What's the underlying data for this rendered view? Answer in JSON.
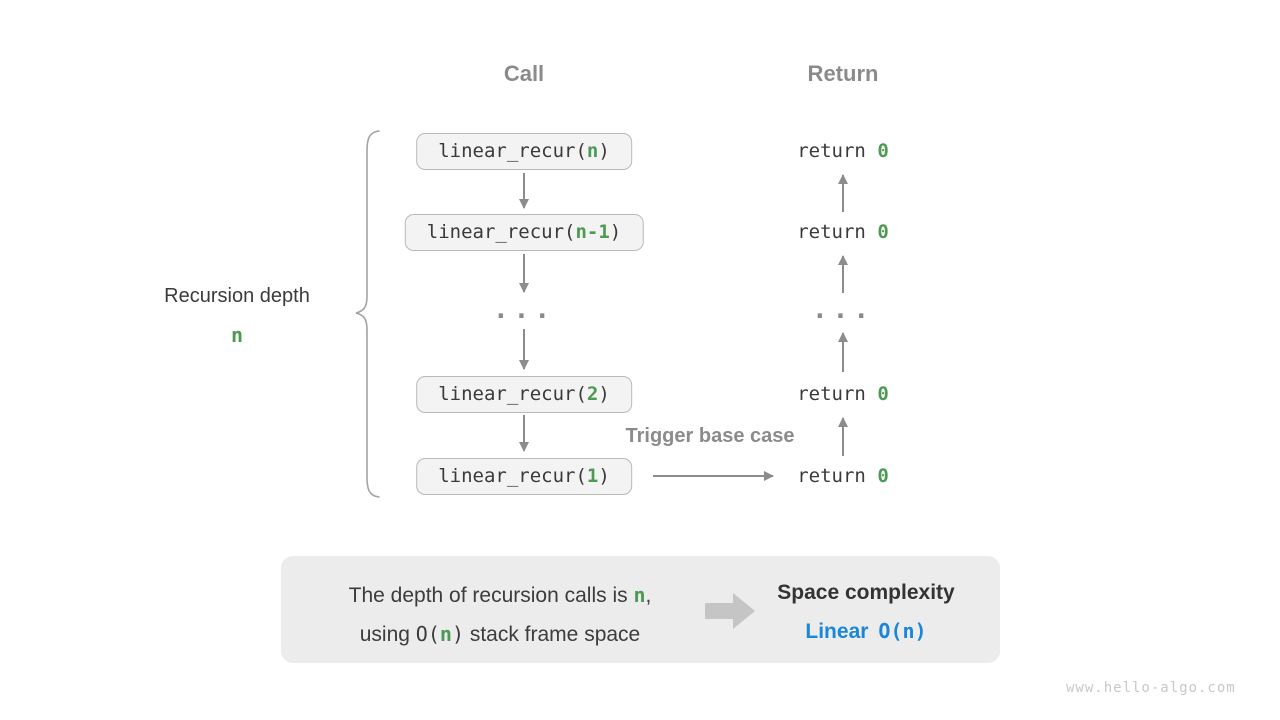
{
  "headers": {
    "call": "Call",
    "return": "Return"
  },
  "recursion_depth": {
    "label": "Recursion depth",
    "value": "n"
  },
  "call_boxes": [
    {
      "pre": "linear_recur(",
      "arg": "n",
      "post": ")"
    },
    {
      "pre": "linear_recur(",
      "arg": "n-1",
      "post": ")"
    },
    {
      "pre": "linear_recur(",
      "arg": "2",
      "post": ")"
    },
    {
      "pre": "linear_recur(",
      "arg": "1",
      "post": ")"
    }
  ],
  "returns": [
    {
      "pre": "return ",
      "val": "0"
    },
    {
      "pre": "return ",
      "val": "0"
    },
    {
      "pre": "return ",
      "val": "0"
    },
    {
      "pre": "return ",
      "val": "0"
    }
  ],
  "ellipsis": "...",
  "trigger_label": "Trigger base case",
  "summary": {
    "line1_pre": "The depth of recursion calls is ",
    "line1_arg": "n",
    "line1_post": ",",
    "line2_pre": "using ",
    "line2_o_open": "O(",
    "line2_arg": "n",
    "line2_o_close": ")",
    "line2_post": " stack frame space",
    "result_title": "Space complexity",
    "result_name": "Linear",
    "result_code": "O(n)"
  },
  "watermark": "www.hello-algo.com",
  "colors": {
    "green": "#4d9a53",
    "blue": "#1a87d9",
    "label_gray": "#8b8b8b",
    "dark_text": "#3b3b3b",
    "box_fill": "#f3f3f3",
    "box_border": "#b9b9b9",
    "arrow_gray": "#8c8c8c",
    "panel_fill": "#ececec"
  }
}
